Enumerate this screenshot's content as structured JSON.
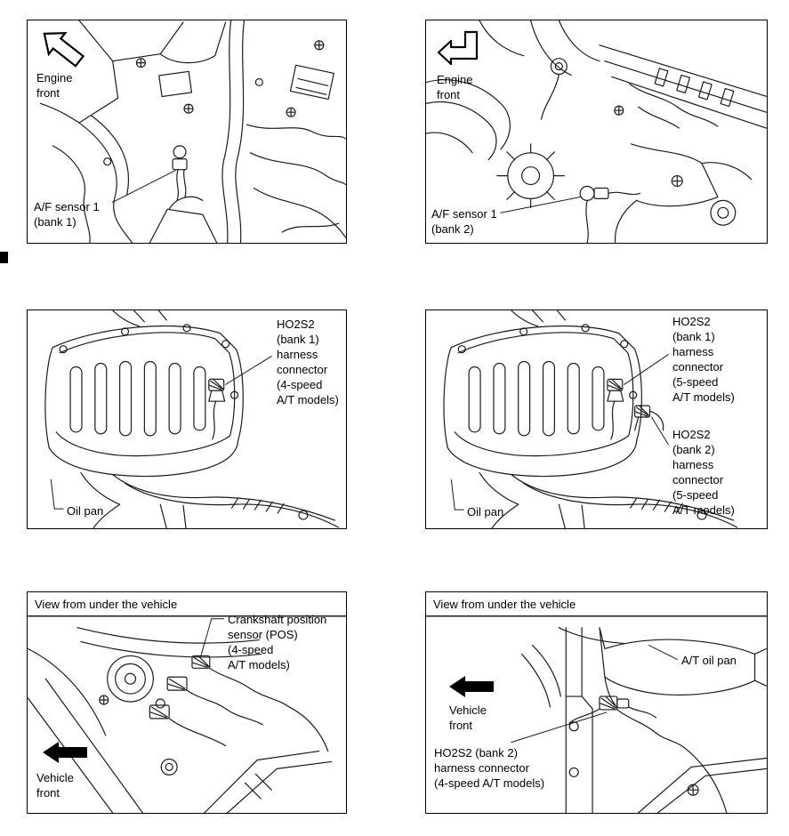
{
  "figure": {
    "panels": [
      {
        "name": "af-sensor-bank1",
        "direction": "Engine\nfront",
        "callout": "A/F sensor 1\n(bank 1)"
      },
      {
        "name": "af-sensor-bank2",
        "direction": "Engine\nfront",
        "callout": "A/F sensor 1\n(bank 2)"
      },
      {
        "name": "ho2s2-4speed",
        "callout_connector": "HO2S2\n(bank 1)\nharness\nconnector\n(4-speed\nA/T models)",
        "callout_oil_pan": "Oil pan"
      },
      {
        "name": "ho2s2-5speed",
        "callout_connector_bank1": "HO2S2\n(bank 1)\nharness\nconnector\n(5-speed\nA/T models)",
        "callout_connector_bank2": "HO2S2\n(bank 2)\nharness\nconnector\n(5-speed\nA/T models)",
        "callout_oil_pan": "Oil pan"
      },
      {
        "name": "crankshaft-position-sensor",
        "title": "View from under the vehicle",
        "callout": "Crankshaft position\nsensor (POS)\n(4-speed\nA/T models)",
        "direction": "Vehicle\nfront"
      },
      {
        "name": "ho2s2-bank2-4speed",
        "title": "View from under the vehicle",
        "callout_pan": "A/T oil pan",
        "direction": "Vehicle\nfront",
        "callout_connector": "HO2S2 (bank 2)\nharness connector\n(4-speed A/T models)"
      }
    ],
    "colors": {
      "line": "#1a1a1a",
      "text": "#000000",
      "background": "#ffffff"
    }
  }
}
